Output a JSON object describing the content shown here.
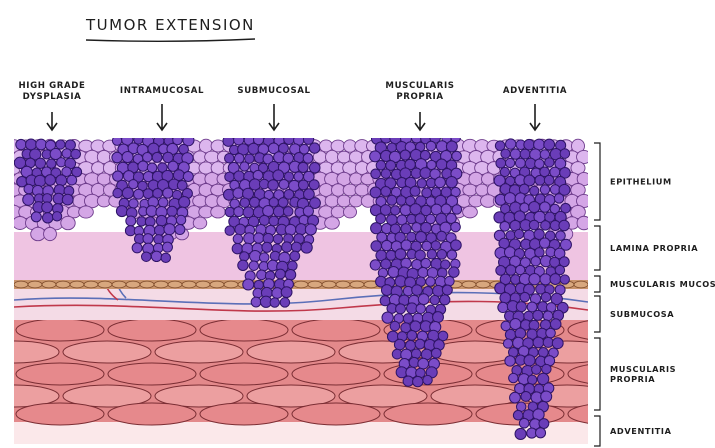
{
  "title": "TUMOR EXTENSION",
  "stages": [
    {
      "lines": [
        "HIGH GRADE",
        "DYSPLASIA"
      ]
    },
    {
      "lines": [
        "INTRAMUCOSAL"
      ]
    },
    {
      "lines": [
        "SUBMUCOSAL"
      ]
    },
    {
      "lines": [
        "MUSCULARIS",
        "PROPRIA"
      ]
    },
    {
      "lines": [
        "ADVENTITIA"
      ]
    }
  ],
  "layers": [
    {
      "lines": [
        "EPITHELIUM"
      ]
    },
    {
      "lines": [
        "LAMINA PROPRIA"
      ]
    },
    {
      "lines": [
        "MUSCULARIS MUCOSA"
      ]
    },
    {
      "lines": [
        "SUBMUCOSA"
      ]
    },
    {
      "lines": [
        "MUSCULARIS",
        "PROPRIA"
      ]
    },
    {
      "lines": [
        "ADVENTITIA"
      ]
    }
  ],
  "colors": {
    "tumor": "#6a3db8",
    "tumor_edge": "#2e1466",
    "epithelium": "#d9b3ea",
    "lamina_propria": "#efc4e2",
    "muscularis_mucosa": "#c9946c",
    "submucosa": "#f4dbe6",
    "muscle": "#e3898b",
    "adventitia": "#fbe8ea"
  }
}
